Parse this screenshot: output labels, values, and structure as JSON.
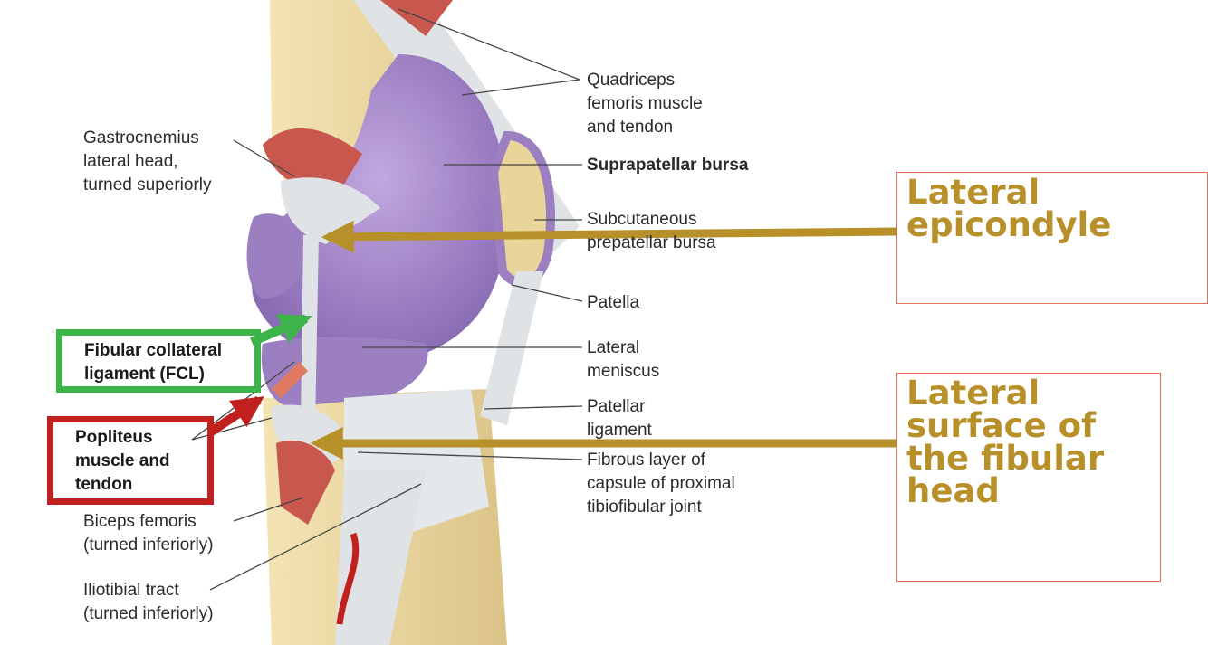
{
  "labels": {
    "quadriceps": "Quadriceps\nfemoris muscle\nand tendon",
    "gastrocnemius": "Gastrocnemius\nlateral head,\nturned superiorly",
    "suprapatellar": "Suprapatellar bursa",
    "subcutaneous": "Subcutaneous\nprepatellar bursa",
    "patella": "Patella",
    "lateral_meniscus": "Lateral\nmeniscus",
    "patellar_ligament": "Patellar\nligament",
    "fibrous_layer": "Fibrous layer of\ncapsule of proximal\ntibiofibular joint",
    "biceps": "Biceps femoris\n(turned inferiorly)",
    "iliotibial": "Iliotibial tract\n(turned inferiorly)"
  },
  "highlights": {
    "fcl": "Fibular collateral\nligament (FCL)",
    "popliteus": "Popliteus\nmuscle and\ntendon"
  },
  "callouts": {
    "lateral_epicondyle": "Lateral\nepicondyle",
    "fibular_head": "Lateral\nsurface of\nthe fibular\nhead"
  },
  "colors": {
    "callout_text": "#b8902a",
    "callout_arrow": "#b8902a",
    "callout_border": "#e07050",
    "fcl_highlight": "#3cb44a",
    "popliteus_highlight": "#c0201e",
    "bursa": "#9b7fc0",
    "bone": "#e9d49a",
    "muscle": "#c8584e",
    "tendon": "#dfe3e6"
  }
}
